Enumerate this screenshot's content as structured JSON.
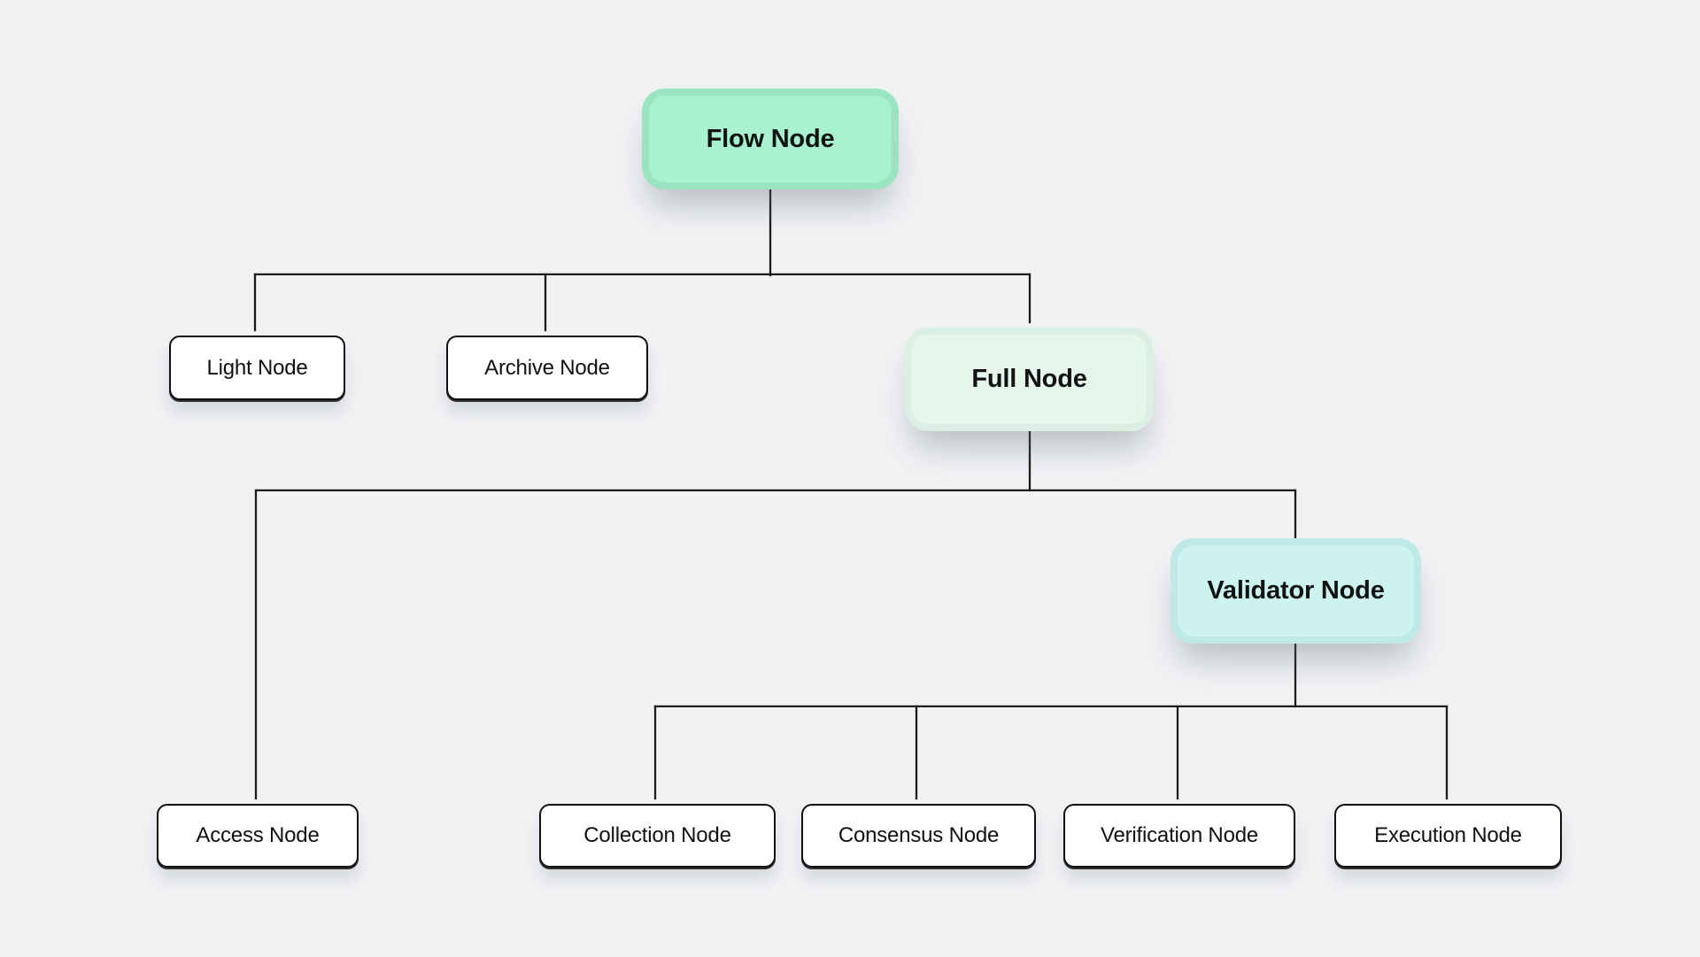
{
  "canvas": {
    "background": "#f1f2f4",
    "line_color": "#1c1c1c"
  },
  "nodes": {
    "flow": {
      "label": "Flow Node",
      "fill": "#a8f2cf",
      "ring": "#9be4c2",
      "text_color": "#101311"
    },
    "light": {
      "label": "Light Node",
      "fill": "#ffffff",
      "border": "#111111",
      "text_color": "#111111"
    },
    "archive": {
      "label": "Archive Node",
      "fill": "#ffffff",
      "border": "#111111",
      "text_color": "#111111"
    },
    "full": {
      "label": "Full Node",
      "fill": "#e6f6ed",
      "ring": "#dcefe4",
      "text_color": "#101311"
    },
    "access": {
      "label": "Access Node",
      "fill": "#ffffff",
      "border": "#111111",
      "text_color": "#111111"
    },
    "validator": {
      "label": "Validator Node",
      "fill": "#ccf3f0",
      "ring": "#bee9e6",
      "text_color": "#101311"
    },
    "collection": {
      "label": "Collection Node",
      "fill": "#ffffff",
      "border": "#111111",
      "text_color": "#111111"
    },
    "consensus": {
      "label": "Consensus Node",
      "fill": "#ffffff",
      "border": "#111111",
      "text_color": "#111111"
    },
    "verification": {
      "label": "Verification Node",
      "fill": "#ffffff",
      "border": "#111111",
      "text_color": "#111111"
    },
    "execution": {
      "label": "Execution Node",
      "fill": "#ffffff",
      "border": "#111111",
      "text_color": "#111111"
    }
  },
  "hierarchy": [
    {
      "parent": "Flow Node",
      "children": [
        "Light Node",
        "Archive Node",
        "Full Node"
      ]
    },
    {
      "parent": "Full Node",
      "children": [
        "Access Node",
        "Validator Node"
      ]
    },
    {
      "parent": "Validator Node",
      "children": [
        "Collection Node",
        "Consensus Node",
        "Verification Node",
        "Execution Node"
      ]
    }
  ]
}
